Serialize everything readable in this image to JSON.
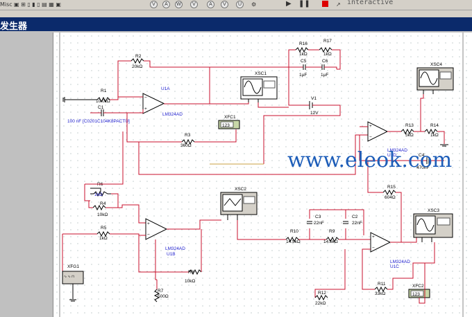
{
  "toolbar": {
    "left_label": "Misc",
    "interactive_label": "interactive",
    "instrument_icons": [
      "V",
      "A",
      "W",
      "V",
      "A",
      "V",
      "U"
    ]
  },
  "window": {
    "title": "发生器"
  },
  "watermark": "www.eleok.com",
  "components": {
    "R1": {
      "ref": "R1",
      "val": "10.0kΩ"
    },
    "R2": {
      "ref": "R2",
      "val": "20kΩ"
    },
    "R3": {
      "ref": "R3",
      "val": "360Ω"
    },
    "R4": {
      "ref": "R4",
      "val": "10kΩ"
    },
    "R5": {
      "ref": "R5",
      "val": "1kΩ"
    },
    "R6": {
      "ref": "R6",
      "val": "1kΩ"
    },
    "R7": {
      "ref": "R7",
      "val": "500Ω"
    },
    "R8": {
      "ref": "R8",
      "val": "10kΩ"
    },
    "R9": {
      "ref": "R9",
      "val": "14.5kΩ"
    },
    "R10": {
      "ref": "R10",
      "val": "14.5kΩ"
    },
    "R11": {
      "ref": "R11",
      "val": "33kΩ"
    },
    "R12": {
      "ref": "R12",
      "val": "22kΩ"
    },
    "R13": {
      "ref": "R13",
      "val": "5kΩ"
    },
    "R14": {
      "ref": "R14",
      "val": "1kΩ"
    },
    "R15": {
      "ref": "R15",
      "val": "604Ω"
    },
    "R16": {
      "ref": "R16",
      "val": "1kΩ"
    },
    "R17": {
      "ref": "R17",
      "val": "1kΩ"
    },
    "C1": {
      "ref": "C1",
      "val": "100 nF  [C0201C104K8PACTU]"
    },
    "C2": {
      "ref": "C2",
      "val": "22nF"
    },
    "C3": {
      "ref": "C3",
      "val": "22nF"
    },
    "C4": {
      "ref": "C4",
      "val": "470nF"
    },
    "C5": {
      "ref": "C5",
      "val": "1µF"
    },
    "C6": {
      "ref": "C6",
      "val": "1µF"
    },
    "V1": {
      "ref": "V1",
      "val": "12V"
    },
    "U1A": {
      "ref": "U1A",
      "val": "LM324AD"
    },
    "U1B": {
      "ref": "U1B",
      "val": "LM324AD"
    },
    "U1C": {
      "ref": "U1C",
      "val": "LM324AD"
    },
    "U1D": {
      "ref": "U1D",
      "val": "LM324AD"
    },
    "XSC1": "XSC1",
    "XSC2": "XSC2",
    "XSC3": "XSC3",
    "XSC4": "XSC4",
    "XFC1": {
      "ref": "XFC1",
      "display": "123"
    },
    "XFC2": {
      "ref": "XFC2",
      "display": "123"
    },
    "XFG1": "XFG1"
  },
  "colors": {
    "wire": "#c8102e",
    "wire_alt": "#3a8a2a",
    "part": "#000000",
    "label": "#1a1acc",
    "title_bg": "#0b2a6b"
  }
}
